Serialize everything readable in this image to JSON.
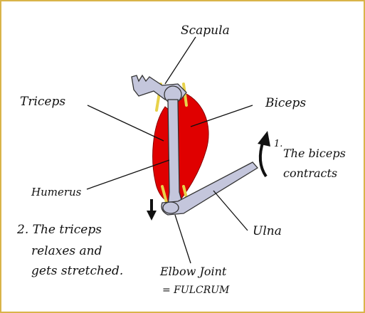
{
  "labels": {
    "scapula": "Scapula",
    "triceps": "Triceps",
    "biceps": "Biceps",
    "humerus": "Humerus",
    "ulna": "Ulna",
    "step1_num": "1.",
    "step1_line1": "The biceps",
    "step1_line2": "contracts",
    "step2_line1": "2. The triceps",
    "step2_line2": "relaxes and",
    "step2_line3": "gets stretched.",
    "elbow_line1": "Elbow Joint",
    "elbow_line2": "= FULCRUM"
  },
  "colors": {
    "border": "#d9b44a",
    "muscle": "#e00000",
    "muscle_stripe": "#ffffff",
    "tendon": "#e8d24a",
    "bone": "#c4c6dc",
    "bone_outline": "#333333",
    "arrow": "#111111",
    "ink": "#111111"
  }
}
